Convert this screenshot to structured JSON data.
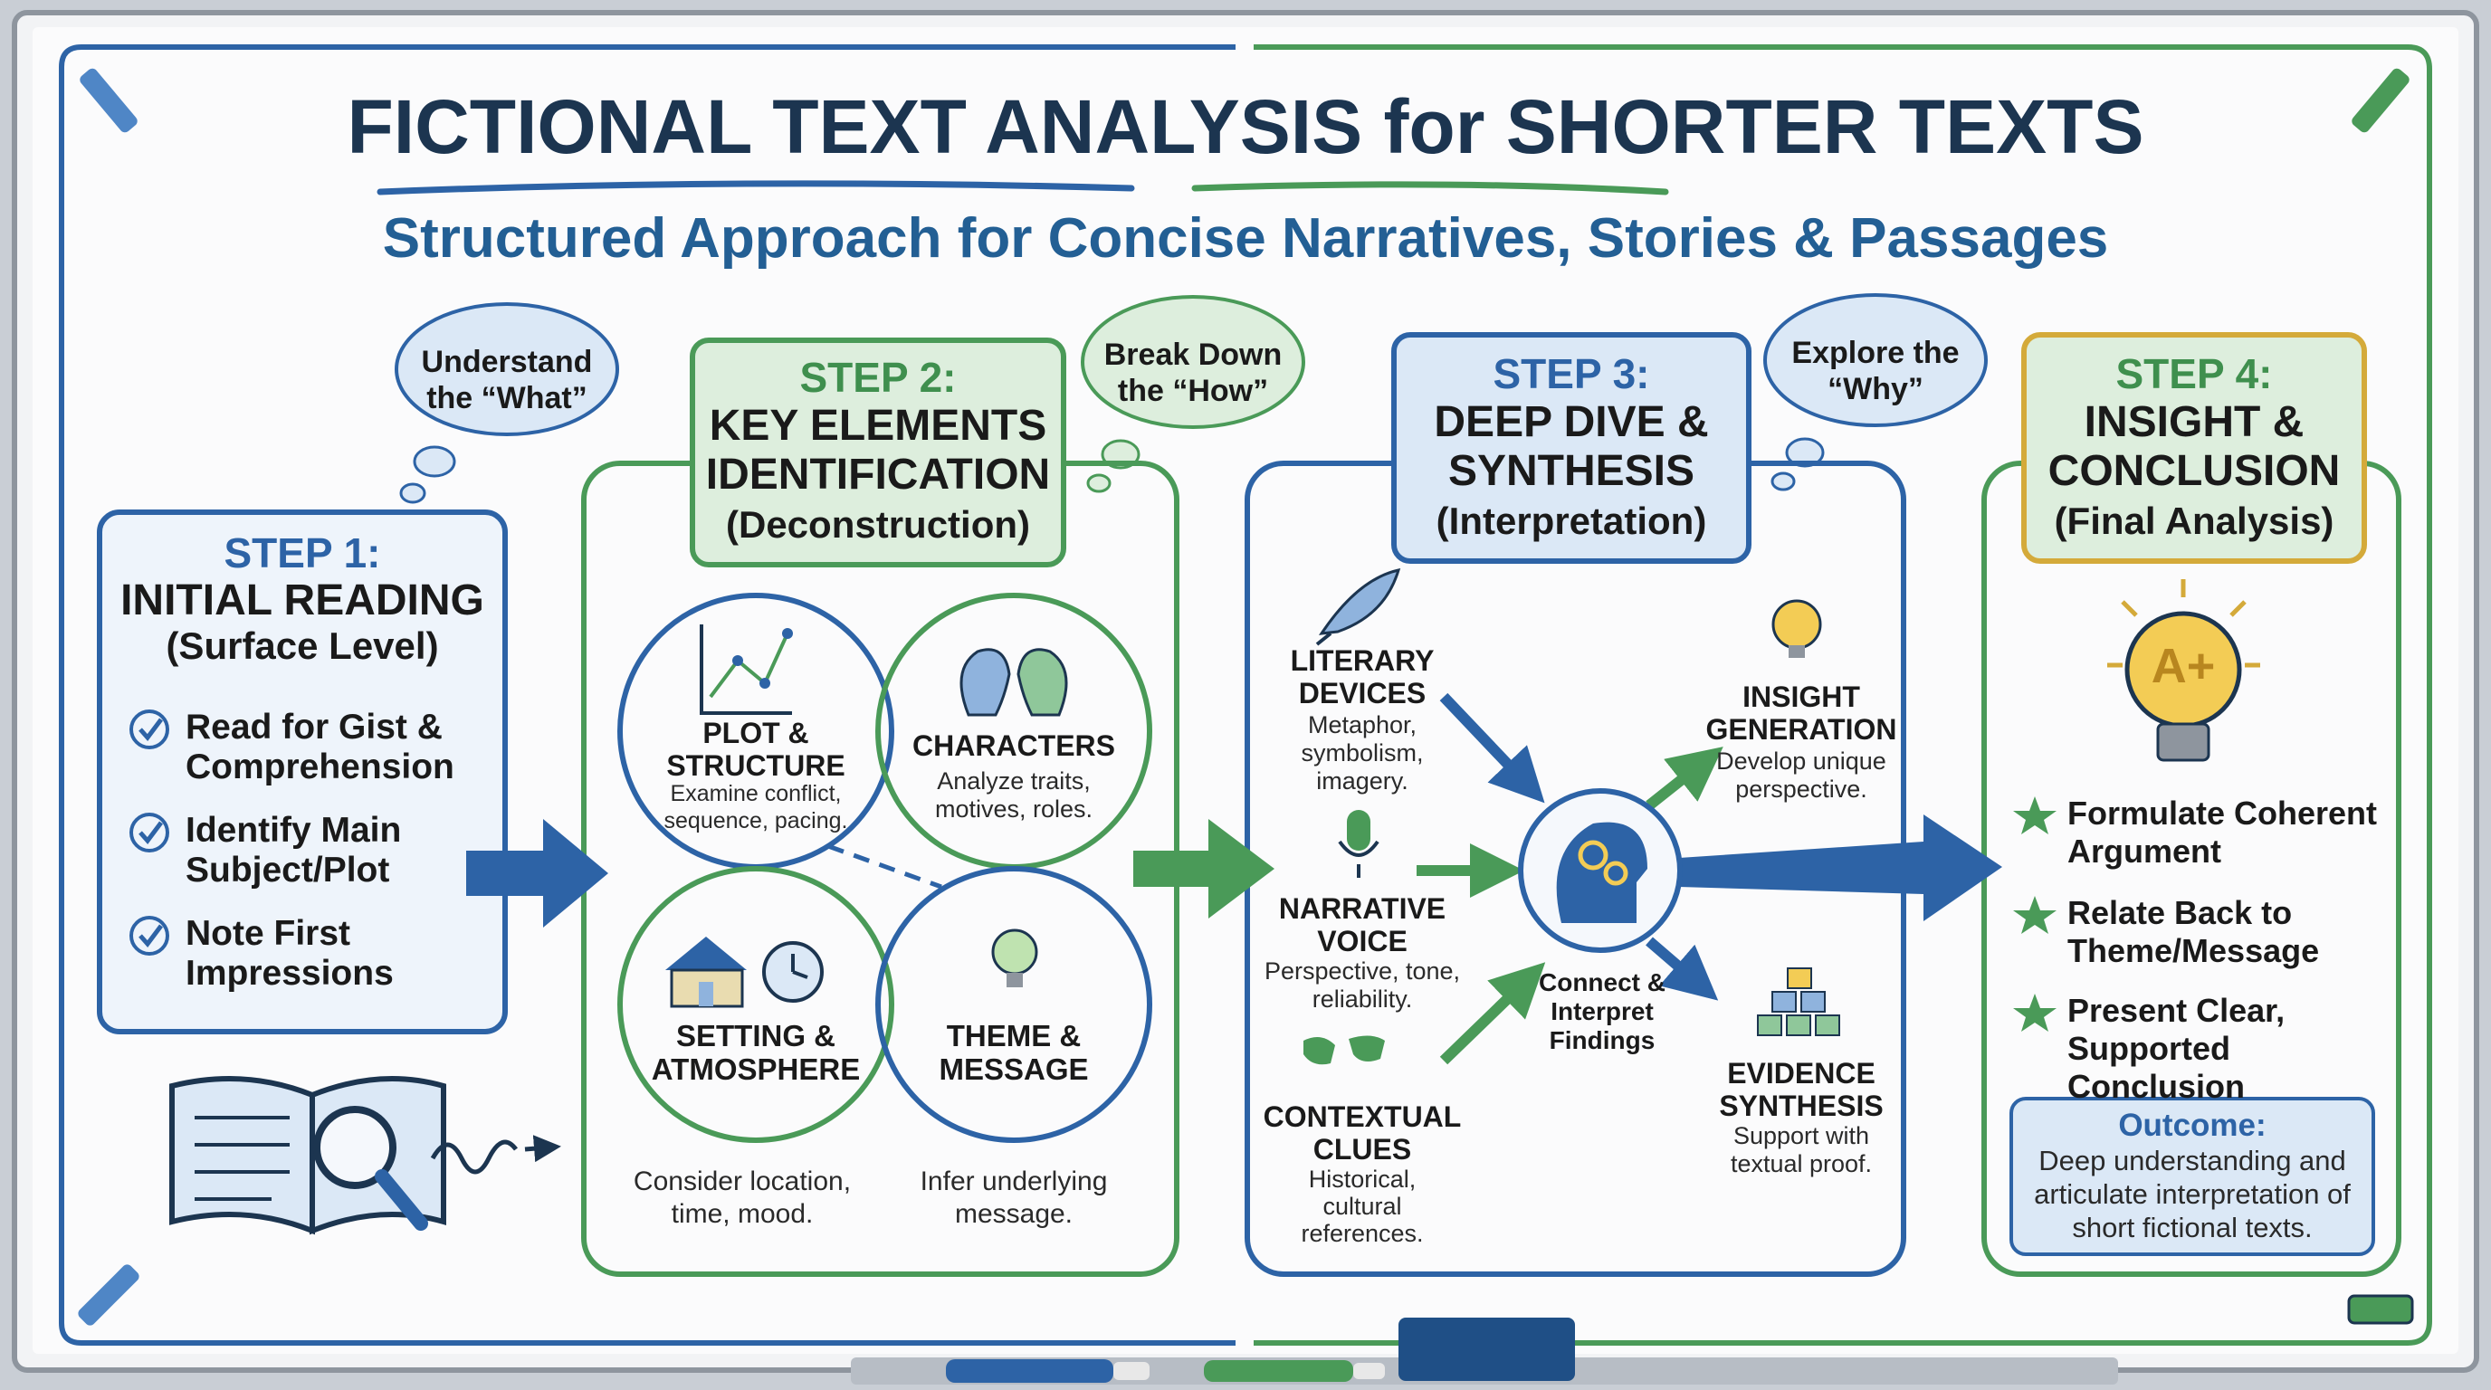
{
  "title": "FICTIONAL TEXT ANALYSIS for SHORTER TEXTS",
  "subtitle": "Structured Approach for Concise Narratives, Stories & Passages",
  "bubbles": {
    "b1": "Understand the “What”",
    "b2": "Break Down the “How”",
    "b3": "Explore the “Why”"
  },
  "step1": {
    "num": "STEP 1:",
    "title": "INITIAL READING",
    "sub": "(Surface Level)",
    "items": [
      "Read for Gist & Comprehension",
      "Identify Main Subject/Plot",
      "Note First Impressions"
    ]
  },
  "step2": {
    "num": "STEP 2:",
    "title": "KEY ELEMENTS IDENTIFICATION",
    "sub": "(Deconstruction)",
    "plot": {
      "title": "PLOT & STRUCTURE",
      "desc": "Examine conflict, sequence, pacing."
    },
    "characters": {
      "title": "CHARACTERS",
      "desc": "Analyze traits, motives, roles."
    },
    "setting": {
      "title": "SETTING & ATMOSPHERE",
      "desc": "Consider location, time, mood."
    },
    "theme": {
      "title": "THEME & MESSAGE",
      "desc": "Infer underlying message."
    }
  },
  "step3": {
    "num": "STEP 3:",
    "title": "DEEP DIVE & SYNTHESIS",
    "sub": "(Interpretation)",
    "literary": {
      "title": "LITERARY DEVICES",
      "desc": "Metaphor, symbolism, imagery."
    },
    "voice": {
      "title": "NARRATIVE VOICE",
      "desc": "Perspective, tone, reliability."
    },
    "context": {
      "title": "CONTEXTUAL CLUES",
      "desc": "Historical, cultural references."
    },
    "insight": {
      "title": "INSIGHT GENERATION",
      "desc": "Develop unique perspective."
    },
    "evidence": {
      "title": "EVIDENCE SYNTHESIS",
      "desc": "Support with textual proof."
    },
    "center": "Connect & Interpret Findings"
  },
  "step4": {
    "num": "STEP 4:",
    "title": "INSIGHT & CONCLUSION",
    "sub": "(Final Analysis)",
    "bulb_label": "A+",
    "items": [
      "Formulate Coherent Argument",
      "Relate Back to Theme/Message",
      "Present Clear, Supported Conclusion"
    ],
    "outcome_title": "Outcome:",
    "outcome_text": "Deep understanding and articulate interpretation of short fictional texts."
  },
  "colors": {
    "navy": "#1c3550",
    "blue": "#2d63a6",
    "green": "#4a9a58",
    "gold": "#d4aa3a",
    "blue_fill": "#dbe8f6",
    "green_fill": "#ddeedd"
  }
}
